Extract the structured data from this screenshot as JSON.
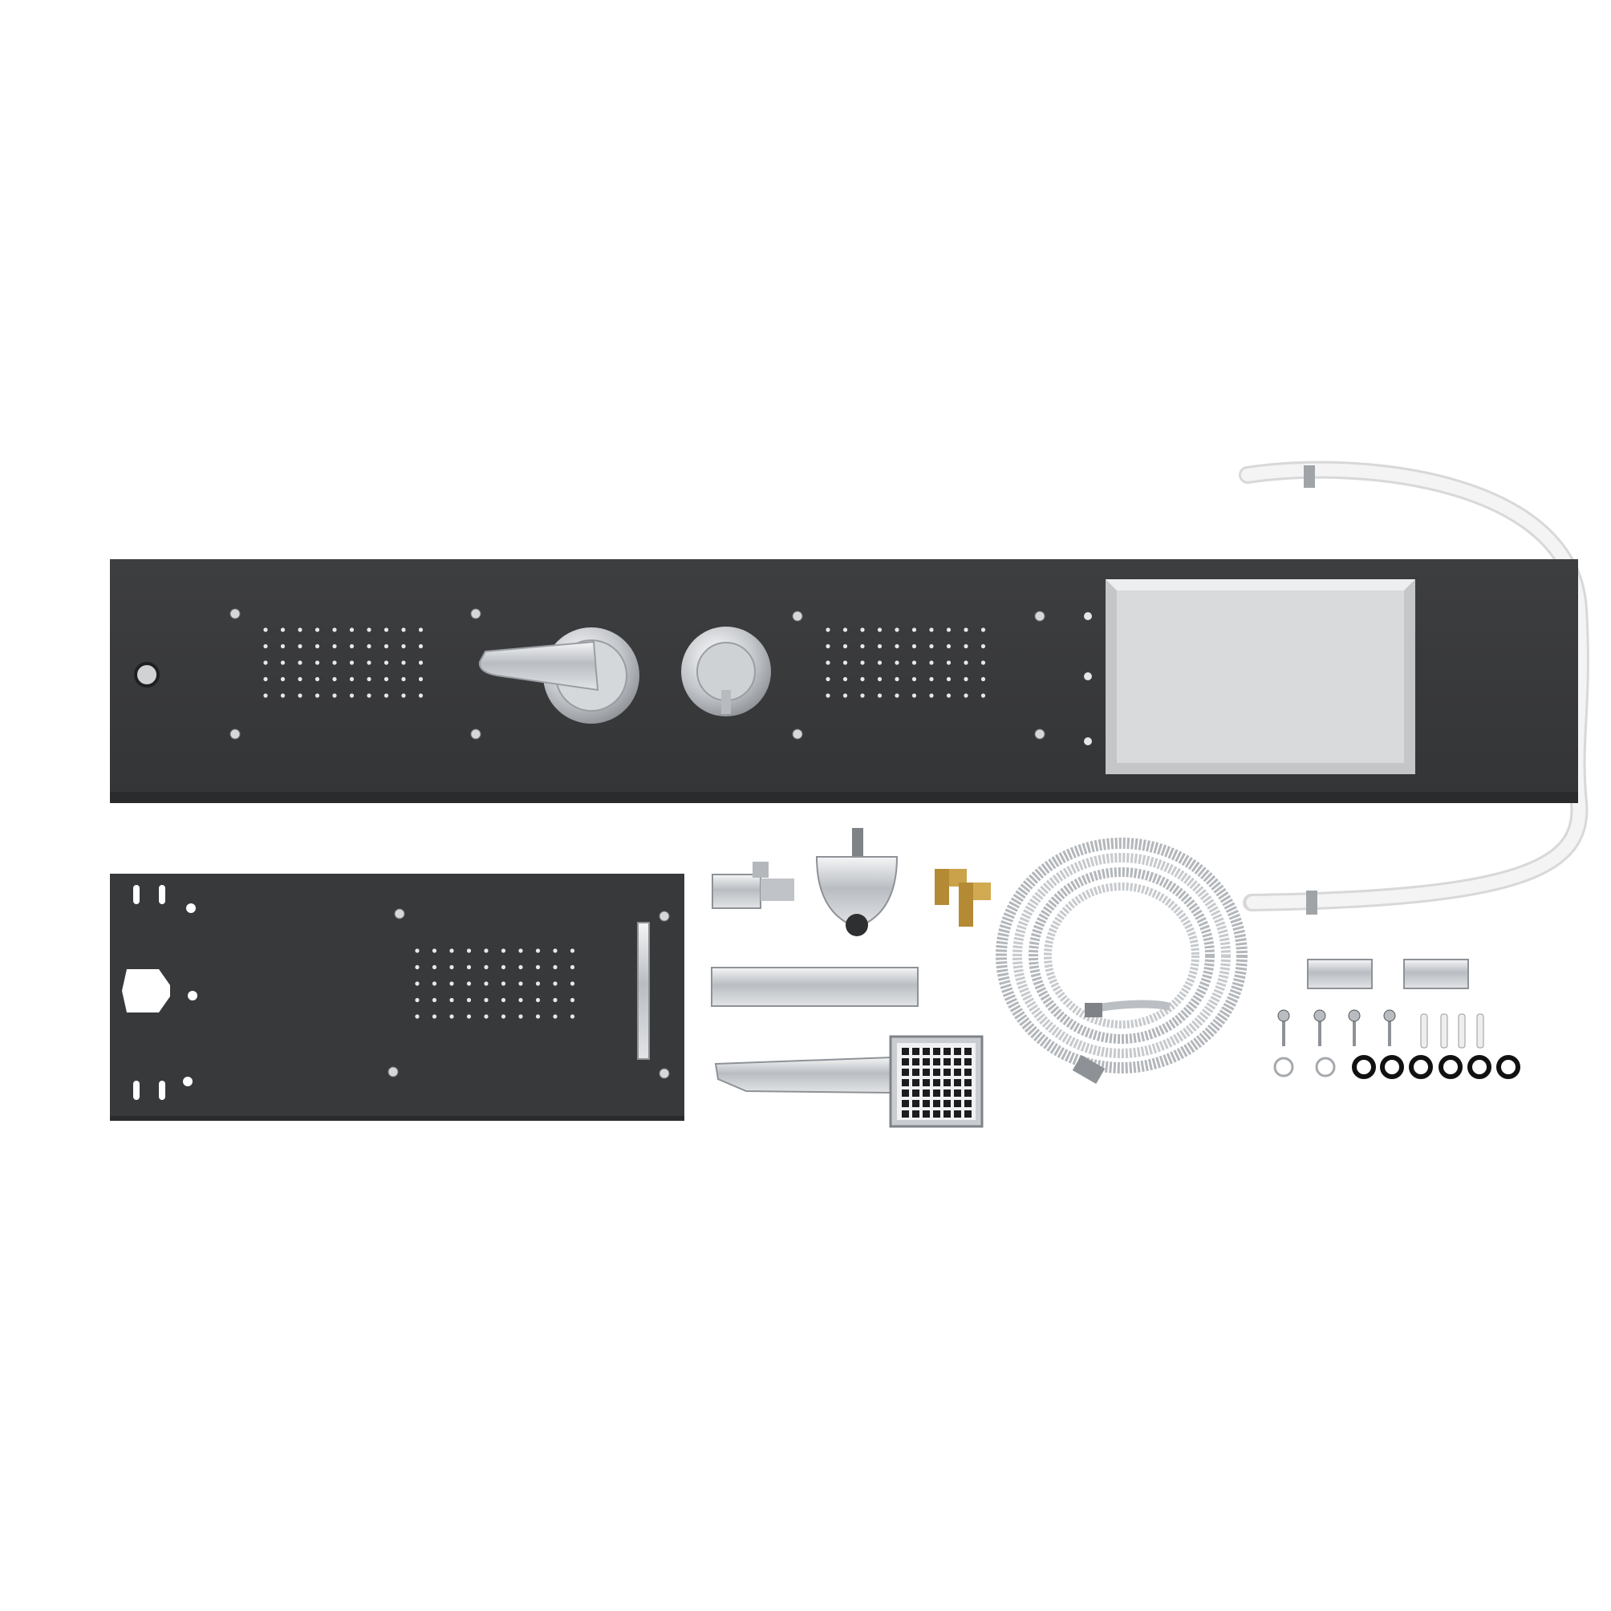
{
  "scene": {
    "background": "#ffffff",
    "items": [
      {
        "id": "shower-panel",
        "icon": "shower-panel-icon"
      },
      {
        "id": "back-plate",
        "icon": "back-plate-icon"
      },
      {
        "id": "wall-elbow",
        "icon": "wall-elbow-icon"
      },
      {
        "id": "body-jet",
        "icon": "body-jet-icon"
      },
      {
        "id": "brass-elbows",
        "icon": "brass-elbow-icon"
      },
      {
        "id": "metal-hose",
        "icon": "hose-icon"
      },
      {
        "id": "spout-bar",
        "icon": "spout-icon"
      },
      {
        "id": "hand-shower",
        "icon": "hand-shower-icon"
      },
      {
        "id": "brackets",
        "icon": "bracket-icon"
      },
      {
        "id": "screws",
        "icon": "screw-icon"
      },
      {
        "id": "anchors",
        "icon": "anchor-icon"
      },
      {
        "id": "clamps",
        "icon": "clamp-icon"
      },
      {
        "id": "o-rings",
        "icon": "o-ring-icon"
      },
      {
        "id": "white-hose",
        "icon": "hose-icon"
      }
    ],
    "colors": {
      "panel": "#3a3b3d",
      "panel_edge": "#2a2b2d",
      "chrome": "#c9ccd0",
      "chrome_dark": "#8e9297",
      "shelf": "#d9dbdc",
      "brass": "#c9a24a",
      "rubber": "#111111",
      "hose_white": "#f2f2f2"
    }
  }
}
